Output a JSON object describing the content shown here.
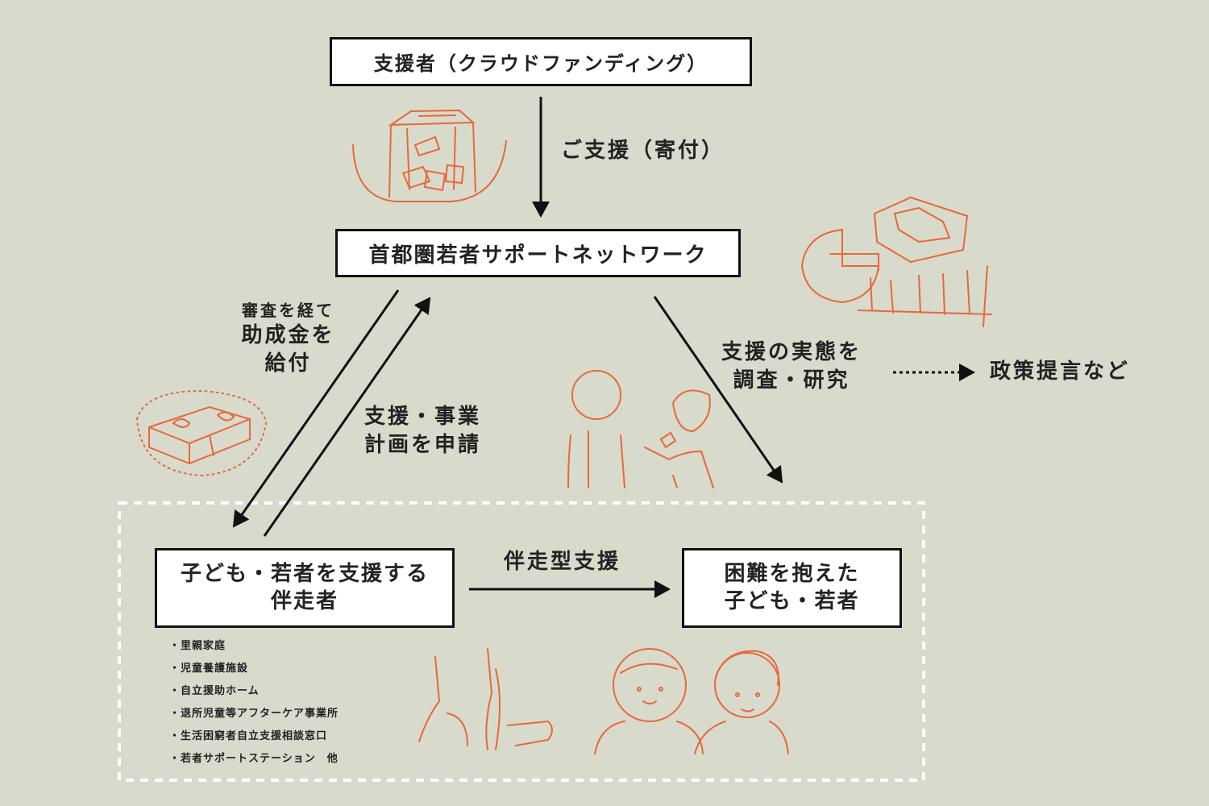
{
  "nodes": {
    "supporters": "支援者（クラウドファンディング）",
    "network": "首都圏若者サポートネットワーク",
    "companion_line1": "子ども・若者を支援する",
    "companion_line2": "伴走者",
    "youth_line1": "困難を抱えた",
    "youth_line2": "子ども・若者"
  },
  "edges": {
    "donation": "ご支援（寄付）",
    "grant_line1": "審査を経て",
    "grant_line2": "助成金を",
    "grant_line3": "給付",
    "apply_line1": "支援・事業",
    "apply_line2": "計画を申請",
    "research_line1": "支援の実態を",
    "research_line2": "調査・研究",
    "policy": "政策提言など",
    "accompany": "伴走型支援"
  },
  "companion_types": [
    "・里親家庭",
    "・児童養護施設",
    "・自立援助ホーム",
    "・退所児童等アフターケア事業所",
    "・生活困窮者自立支援相談窓口",
    "・若者サポートステーション　他"
  ],
  "colors": {
    "background": "#d8dacb",
    "illustration": "#e8683a",
    "line": "#111111"
  }
}
